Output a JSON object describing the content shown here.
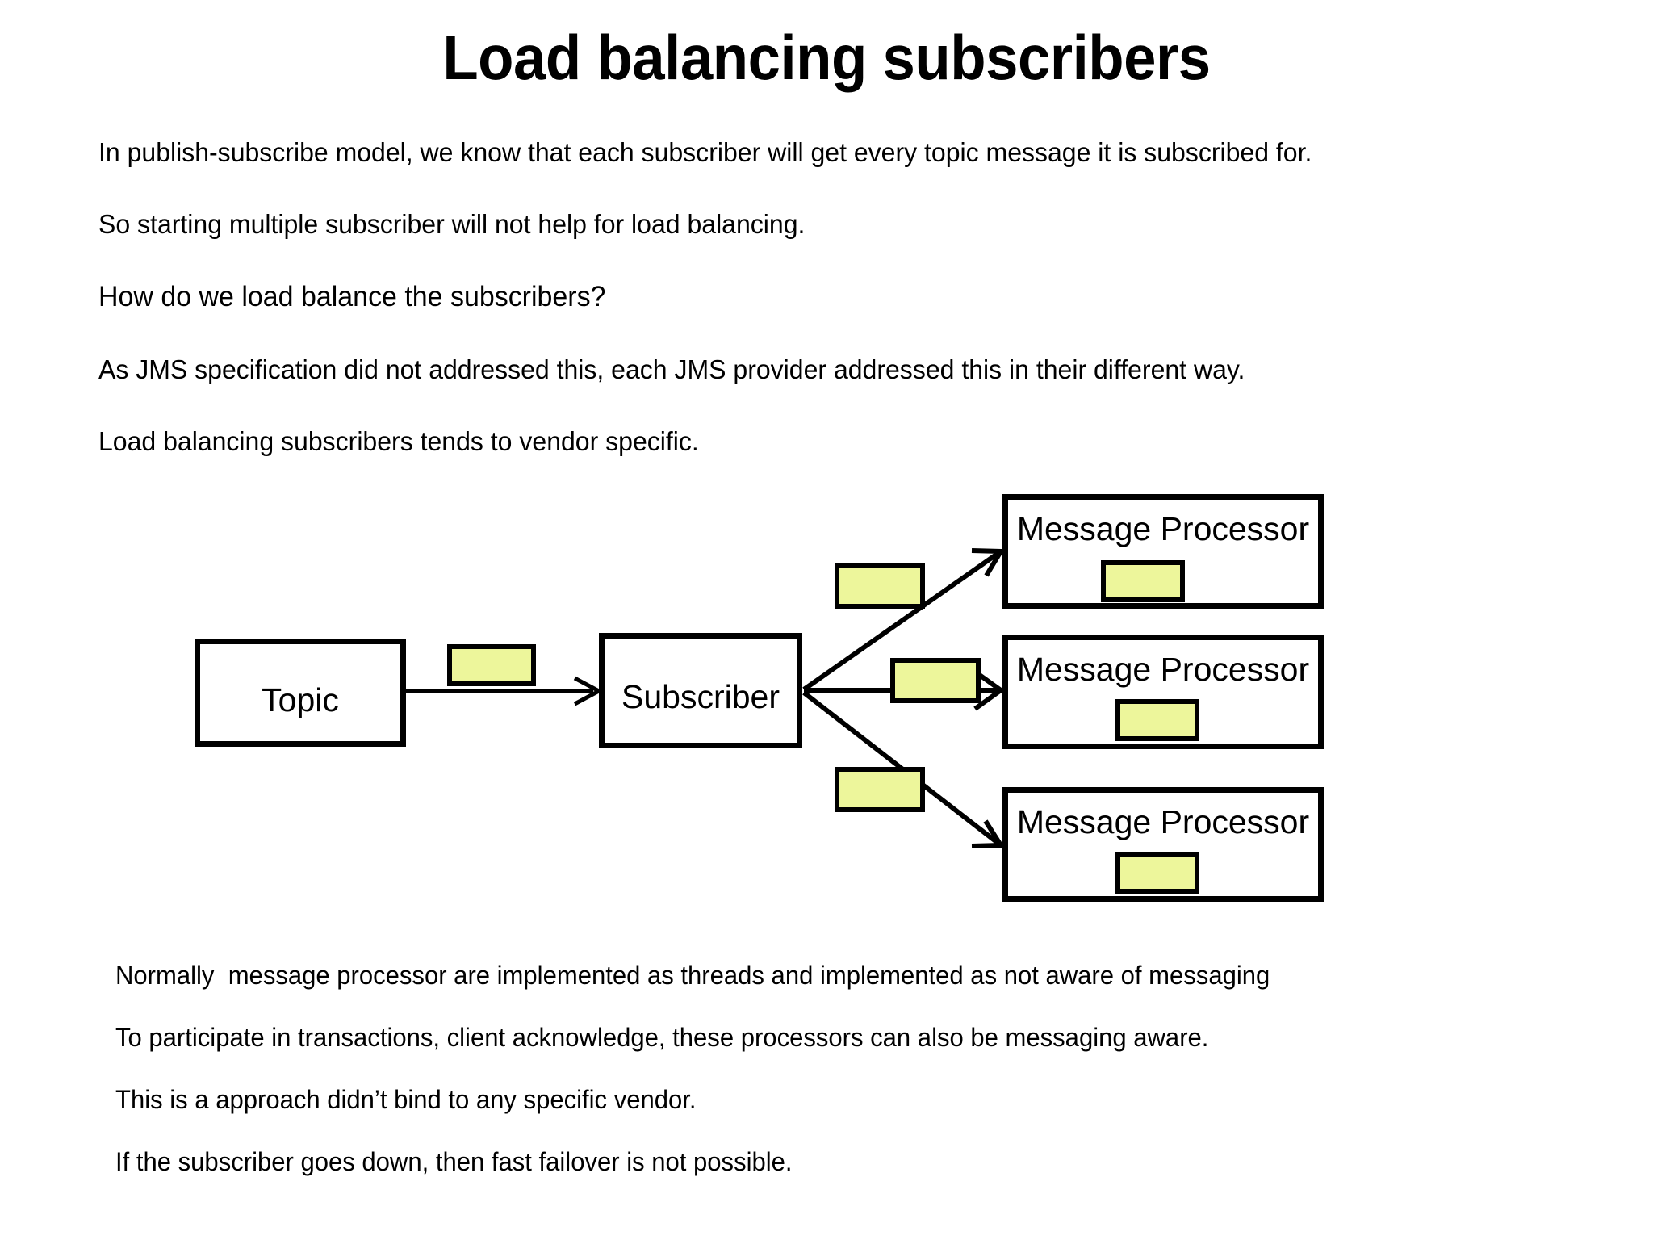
{
  "slide": {
    "title": "Load balancing subscribers",
    "background_color": "#ffffff",
    "text_color": "#000000",
    "accent_color": "#edf69b"
  },
  "body_top": {
    "lines": [
      "In publish-subscribe model, we know that each subscriber will get every topic message it is subscribed for.",
      "So starting multiple subscriber will not help for load balancing.",
      "How do we load balance the subscribers?",
      "As JMS specification did not addressed this, each JMS provider addressed this in their different way.",
      "Load balancing subscribers tends to vendor specific."
    ]
  },
  "diagram": {
    "topic": {
      "label": "Topic"
    },
    "subscriber": {
      "label": "Subscriber"
    },
    "processors": [
      {
        "label": "Message Processor"
      },
      {
        "label": "Message Processor"
      },
      {
        "label": "Message Processor"
      }
    ],
    "message_token_color": "#edf69b",
    "border_color": "#000000",
    "arrow_count": 4
  },
  "body_bottom": {
    "lines": [
      "Normally  message processor are implemented as threads and implemented as not aware of messaging",
      "To participate in transactions, client acknowledge, these processors can also be messaging aware.",
      "This is a approach didn’t bind to any specific vendor.",
      "If the subscriber goes down, then fast failover is not possible."
    ]
  }
}
